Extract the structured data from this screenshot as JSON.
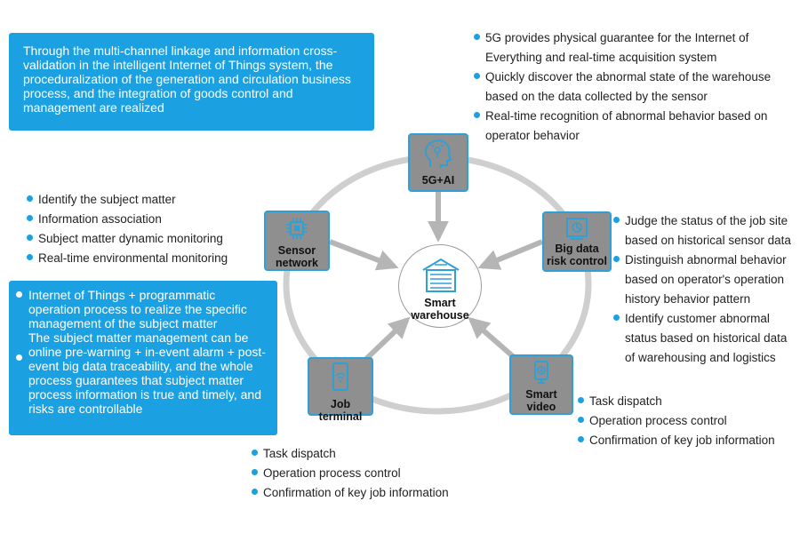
{
  "info_box_top": {
    "text": "Through the multi-channel linkage and information cross-validation in the intelligent Internet of Things system, the proceduralization of the generation and circulation business process, and the integration of goods control and management are realized"
  },
  "info_box_left": {
    "paragraph_1": "Internet of Things + programmatic operation process to realize the specific management of the subject matter",
    "paragraph_2": "The subject matter management can be online pre-warning + in-event alarm + post-event big data traceability, and the whole process guarantees that subject matter process information is true and timely, and risks are controllable"
  },
  "center": {
    "label": "Smart warehouse"
  },
  "nodes": {
    "ai_5g": {
      "label": "5G+AI",
      "icon": "head-circuit-icon"
    },
    "sensor_network": {
      "label": "Sensor network",
      "icon": "chip-icon"
    },
    "big_data": {
      "label": "Big data risk control",
      "icon": "data-screen-icon"
    },
    "job_terminal": {
      "label": "Job terminal",
      "icon": "phone-wifi-icon"
    },
    "smart_video": {
      "label": "Smart video",
      "icon": "camera-icon"
    }
  },
  "lists": {
    "ai_5g": [
      "5G provides physical guarantee for the Internet of Everything and real-time acquisition system",
      "Quickly discover the abnormal state of the warehouse based on the data collected by the sensor",
      "Real-time recognition of abnormal behavior based on operator behavior"
    ],
    "sensor_network": [
      "Identify the subject matter",
      "Information association",
      "Subject matter dynamic monitoring",
      "Real-time environmental monitoring"
    ],
    "big_data": [
      "Judge the status of the job site based on historical sensor data",
      "Distinguish abnormal behavior based on operator's operation history behavior pattern",
      "Identify customer abnormal status based on historical data of warehousing and logistics"
    ],
    "smart_video": [
      "Task dispatch",
      "Operation process control",
      "Confirmation of key job information"
    ],
    "job_terminal": [
      "Task dispatch",
      "Operation process control",
      "Confirmation of key job information"
    ]
  },
  "colors": {
    "accent": "#1ba1e2",
    "node_fill": "#8f8f8f",
    "ring": "#cfcfcf",
    "arrow": "#b5b5b5"
  }
}
